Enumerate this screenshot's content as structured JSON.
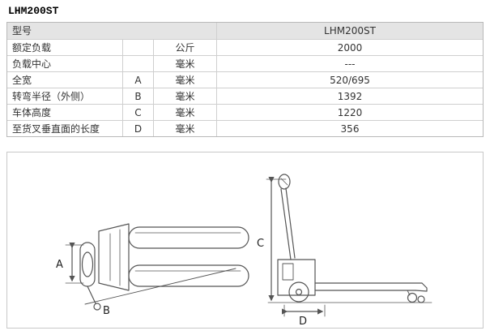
{
  "page_title": "LHM200ST",
  "table": {
    "header": {
      "label": "型号",
      "value": "LHM200ST"
    },
    "rows": [
      {
        "label": "额定负载",
        "letter": "",
        "unit": "公斤",
        "value": "2000"
      },
      {
        "label": "负载中心",
        "letter": "",
        "unit": "毫米",
        "value": "---"
      },
      {
        "label": "全宽",
        "letter": "A",
        "unit": "毫米",
        "value": "520/695"
      },
      {
        "label": "转弯半径（外侧）",
        "letter": "B",
        "unit": "毫米",
        "value": "1392"
      },
      {
        "label": "车体高度",
        "letter": "C",
        "unit": "毫米",
        "value": "1220"
      },
      {
        "label": "至货叉垂直面的长度",
        "letter": "D",
        "unit": "毫米",
        "value": "356"
      }
    ]
  },
  "diagram": {
    "labels": {
      "A": "A",
      "B": "B",
      "C": "C",
      "D": "D"
    }
  },
  "colors": {
    "header_bg": "#e4e4e4",
    "border": "#cfcfcf",
    "line_art": "#555555"
  }
}
